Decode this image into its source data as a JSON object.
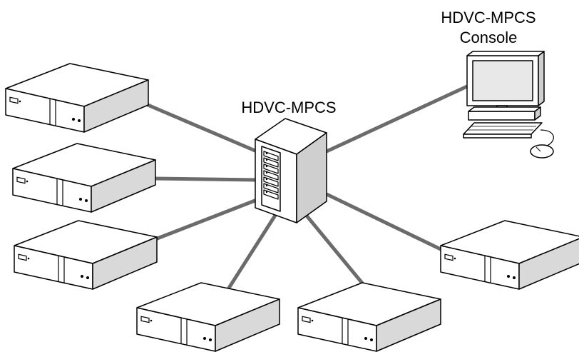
{
  "labels": {
    "server": "HDVC-MPCS",
    "console_line1": "HDVC-MPCS",
    "console_line2": "Console"
  },
  "colors": {
    "link": "#6b6b6b",
    "device_top": "#ffffff",
    "device_front": "#ffffff",
    "device_side": "#d9d9d9",
    "outline": "#000000",
    "server_side": "#cfcfcf",
    "screen": "#e8e8e8"
  },
  "nodes": {
    "server": "server-icon",
    "console": "console-pc-icon",
    "terminals": [
      "terminal-unit-icon",
      "terminal-unit-icon",
      "terminal-unit-icon",
      "terminal-unit-icon",
      "terminal-unit-icon",
      "terminal-unit-icon"
    ]
  }
}
